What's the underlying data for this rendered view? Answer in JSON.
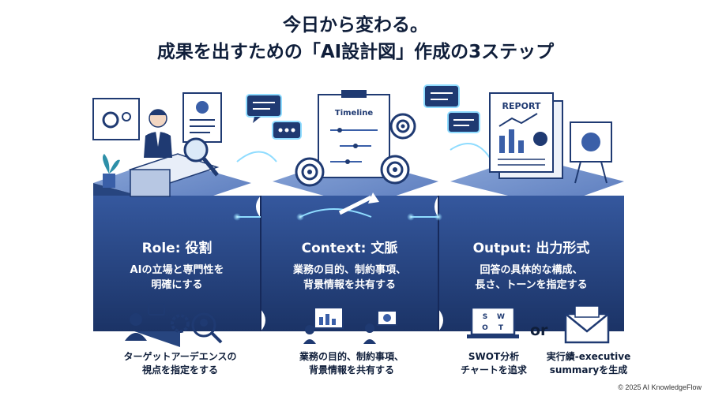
{
  "title": {
    "line1": "今日から変わる。",
    "line2": "成果を出すための「AI設計図」作成の3ステップ"
  },
  "steps": [
    {
      "heading": "Role: 役割",
      "desc_line1": "AIの立場と専門性を",
      "desc_line2": "明確にする",
      "sub_line1": "ターゲットアーデエンスの",
      "sub_line2": "視点を指定をする"
    },
    {
      "heading": "Context: 文脈",
      "board_label": "Timeline",
      "desc_line1": "業務の目的、制約事項、",
      "desc_line2": "背景情報を共有する",
      "sub_line1": "業務の目的、制約事項、",
      "sub_line2": "背景情報を共有する"
    },
    {
      "heading": "Output: 出力形式",
      "report_label": "REPORT",
      "desc_line1": "回答の具体的な構成、",
      "desc_line2": "長さ、トーンを指定する",
      "swot_label": "SWOT分析",
      "swot_label2": "チャートを追求",
      "exec_label": "実行績-executive",
      "exec_label2": "summaryを生成",
      "swot_letters": [
        "S",
        "W",
        "O",
        "T"
      ]
    }
  ],
  "or_label": "or",
  "copyright": "© 2025 AI KnowledgeFlow",
  "colors": {
    "block_dark": "#1f3a72",
    "block_mid": "#3a5fa8",
    "block_top": "#6f8fcb",
    "title": "#0f1e3a",
    "glow": "#7fd3ff"
  }
}
